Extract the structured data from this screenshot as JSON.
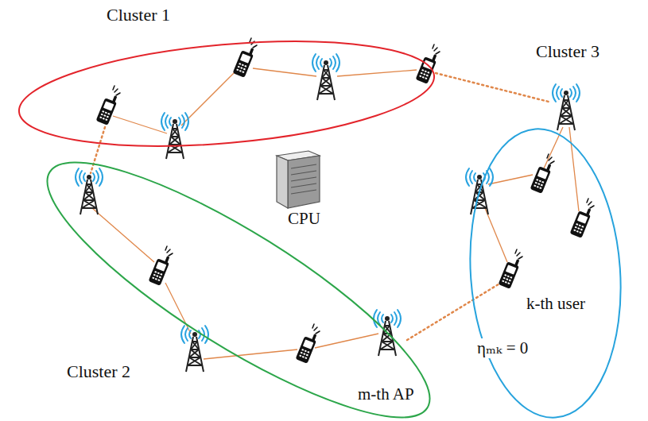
{
  "diagram": {
    "nodes": [
      {
        "text": [
          "Cluster 1"
        ]
      },
      {
        "text": [
          "Cluster 2"
        ]
      },
      {
        "text": [
          "Cluster 3"
        ]
      }
    ],
    "labels": [
      "CPU",
      "m-th AP",
      "k-th user",
      "ηₘₖ = 0"
    ]
  }
}
